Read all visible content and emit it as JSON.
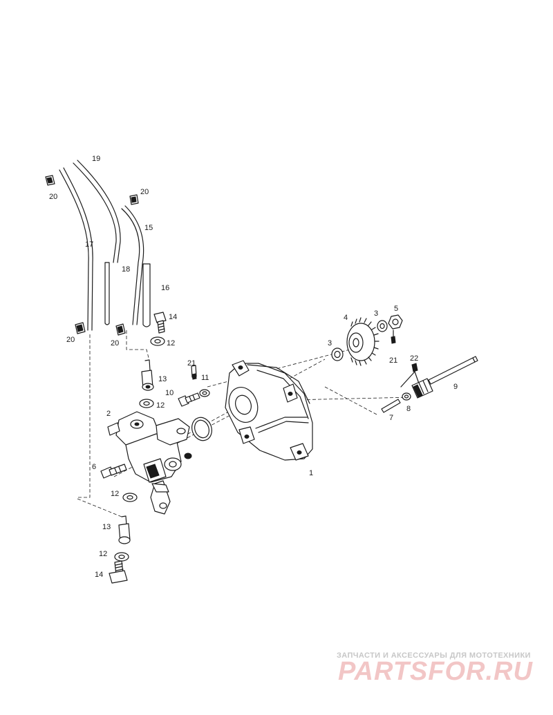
{
  "callouts": {
    "c1": "1",
    "c2": "2",
    "c3a": "3",
    "c3b": "3",
    "c4": "4",
    "c5": "5",
    "c6": "6",
    "c7": "7",
    "c8": "8",
    "c9": "9",
    "c10": "10",
    "c11": "11",
    "c12a": "12",
    "c12b": "12",
    "c12c": "12",
    "c12d": "12",
    "c13a": "13",
    "c13b": "13",
    "c14a": "14",
    "c14b": "14",
    "c15": "15",
    "c16": "16",
    "c17": "17",
    "c18": "18",
    "c19": "19",
    "c20a": "20",
    "c20b": "20",
    "c20c": "20",
    "c20d": "20",
    "c21a": "21",
    "c21b": "21",
    "c22": "22"
  },
  "watermark": {
    "tagline": "ЗАПЧАСТИ И АКСЕССУАРЫ ДЛЯ МОТОТЕХНИКИ",
    "logo": "PARTSFOR.RU"
  },
  "colors": {
    "line": "#1a1a1a",
    "watermark_text": "#c7c7c7",
    "watermark_logo": "#f2c6c6"
  }
}
